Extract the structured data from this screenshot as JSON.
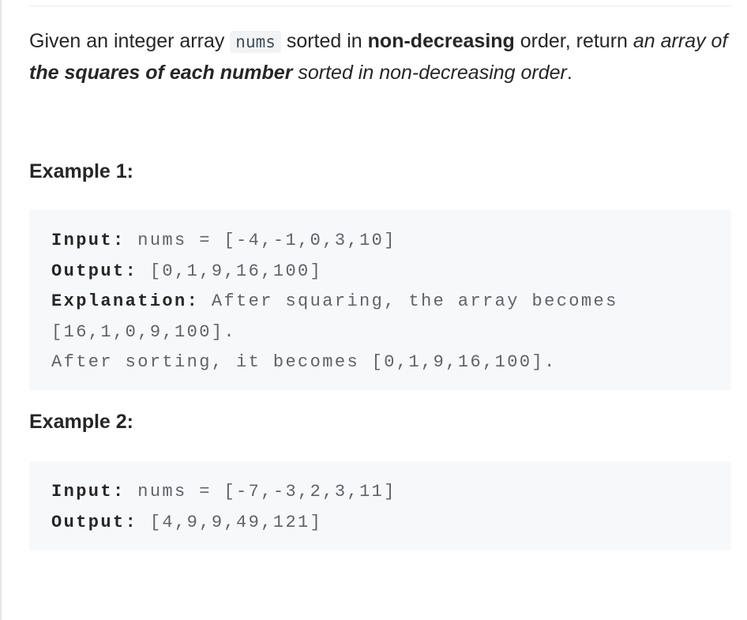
{
  "problem": {
    "description": {
      "p1": "Given an integer array ",
      "code": "nums",
      "p2": " sorted in ",
      "bold1": "non-decreasing",
      "p3": " order, return ",
      "italic1": "an array of ",
      "bold_italic": "the squares of each number",
      "italic2": " sorted in non-decreasing order",
      "p4": "."
    }
  },
  "examples": [
    {
      "heading": "Example 1:",
      "input_label": "Input:",
      "input_value": " nums = [-4,-1,0,3,10]",
      "output_label": "Output:",
      "output_value": " [0,1,9,16,100]",
      "explanation_label": "Explanation:",
      "explanation_line1": " After squaring, the array becomes",
      "explanation_line2": "[16,1,0,9,100].",
      "explanation_line3": "After sorting, it becomes [0,1,9,16,100]."
    },
    {
      "heading": "Example 2:",
      "input_label": "Input:",
      "input_value": " nums = [-7,-3,2,3,11]",
      "output_label": "Output:",
      "output_value": " [4,9,9,49,121]"
    }
  ]
}
